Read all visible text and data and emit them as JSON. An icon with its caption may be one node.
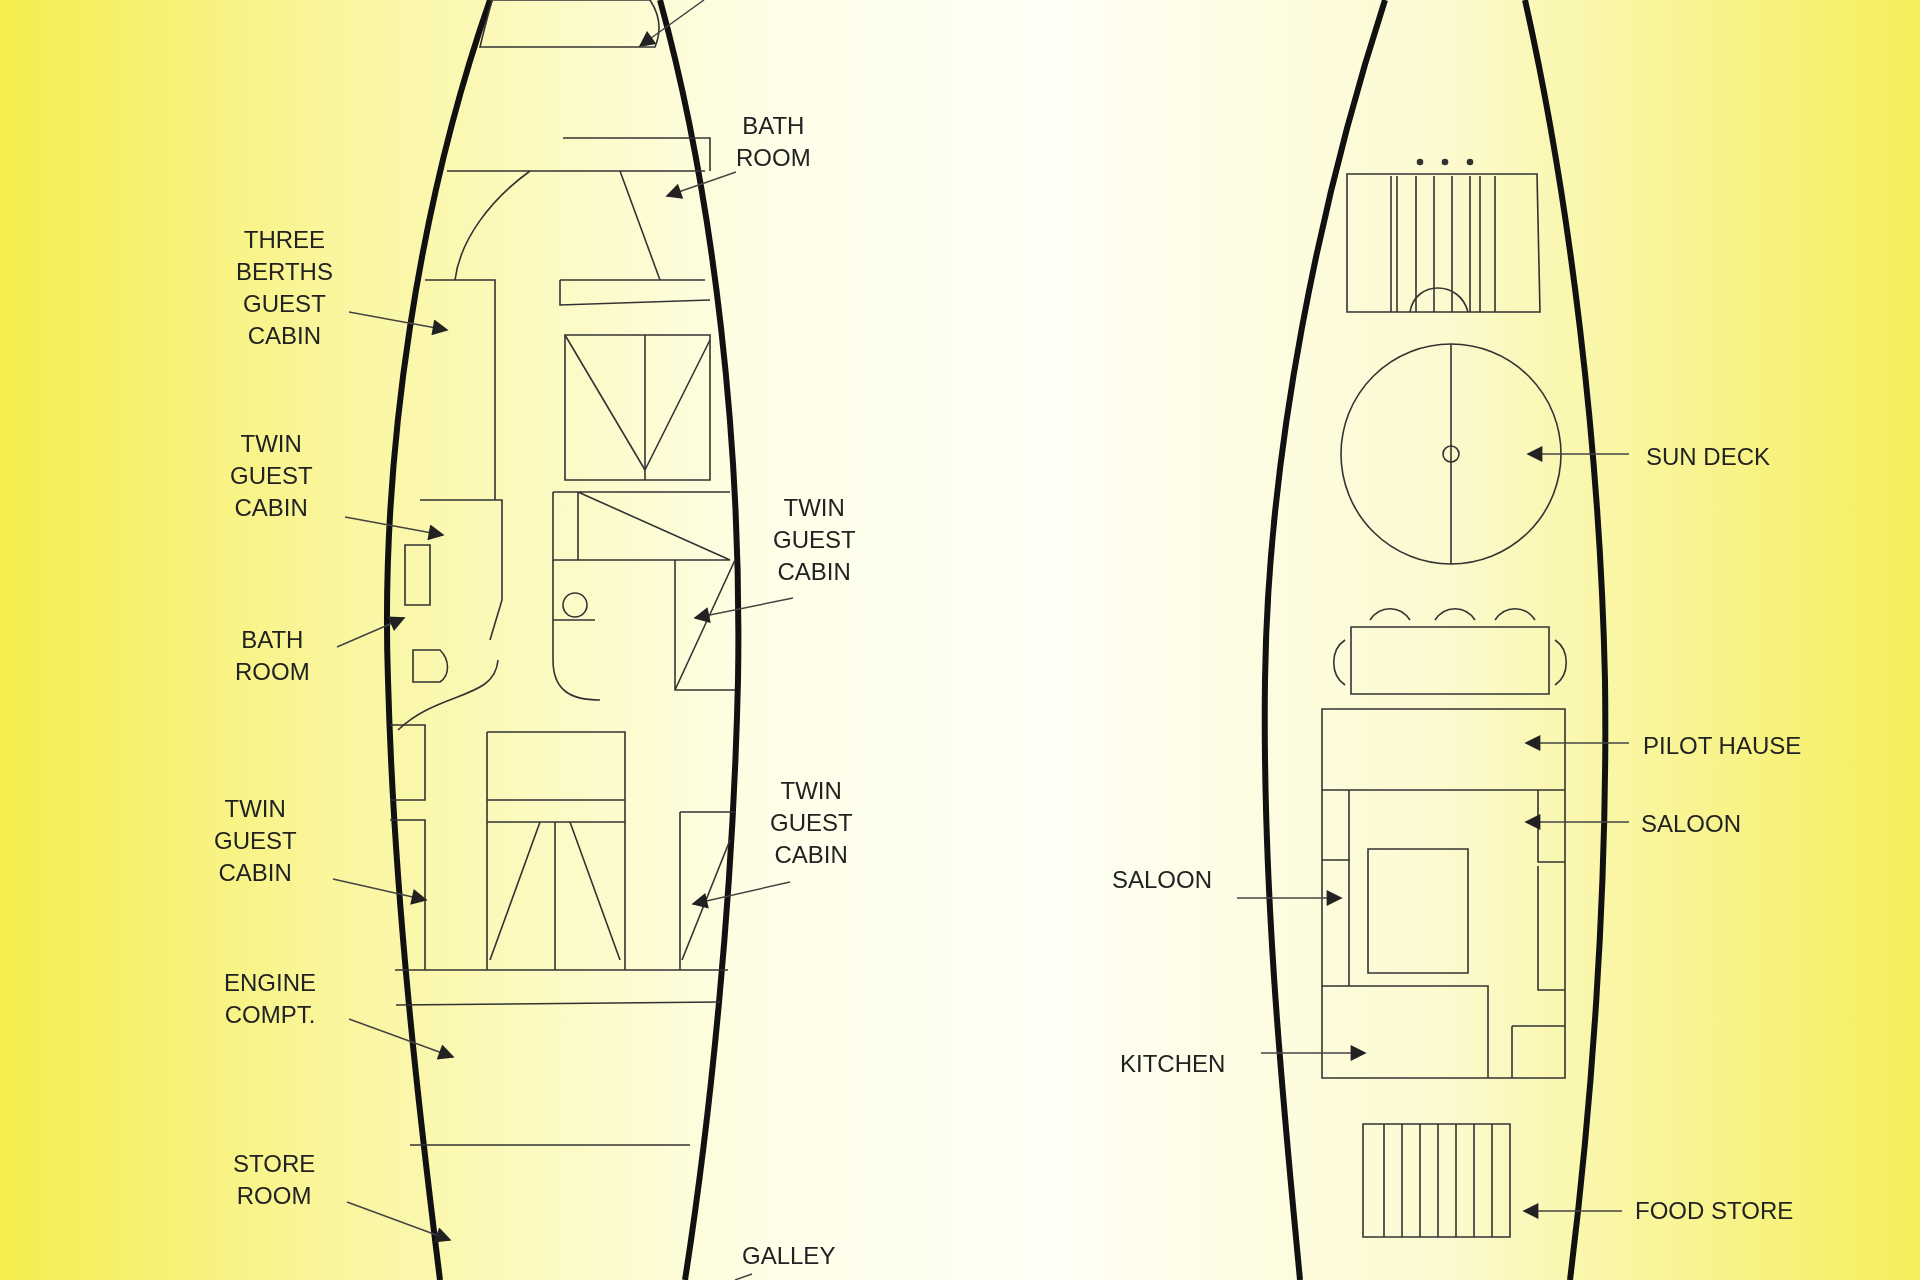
{
  "diagram": {
    "nodes": [
      {
        "text": [
          "BATH ROOM"
        ]
      },
      {
        "text": [
          "THREE BERTHS GUEST CABIN"
        ]
      },
      {
        "text": [
          "TWIN GUEST CABIN"
        ]
      },
      {
        "text": [
          "TWIN GUEST CABIN"
        ]
      },
      {
        "text": [
          "BATH ROOM"
        ]
      },
      {
        "text": [
          "TWIN GUEST CABIN"
        ]
      },
      {
        "text": [
          "TWIN GUEST CABIN"
        ]
      },
      {
        "text": [
          "ENGINE COMPT."
        ]
      },
      {
        "text": [
          "STORE ROOM"
        ]
      },
      {
        "text": [
          "GALLEY"
        ]
      },
      {
        "text": [
          "SUN DECK"
        ]
      },
      {
        "text": [
          "PILOT HAUSE"
        ]
      },
      {
        "text": [
          "SALOON"
        ]
      },
      {
        "text": [
          "SALOON"
        ]
      },
      {
        "text": [
          "KITCHEN"
        ]
      },
      {
        "text": [
          "FOOD STORE"
        ]
      },
      {
        "text": [],
        "shape": "box"
      }
    ],
    "edges": [
      {
        "from": null,
        "to": 16,
        "arrow": "to"
      },
      {
        "from": 0,
        "to": null,
        "arrow": "to"
      },
      {
        "from": 1,
        "to": null,
        "arrow": "to"
      },
      {
        "from": 2,
        "to": null,
        "arrow": "to"
      },
      {
        "from": 3,
        "to": null,
        "arrow": "to"
      },
      {
        "from": 4,
        "to": null,
        "arrow": "to"
      },
      {
        "from": 5,
        "to": null,
        "arrow": "to"
      },
      {
        "from": 6,
        "to": null,
        "arrow": "to"
      },
      {
        "from": 7,
        "to": null,
        "arrow": "to"
      },
      {
        "from": 8,
        "to": null,
        "arrow": "to"
      },
      {
        "from": 9,
        "to": null,
        "arrow": "none"
      },
      {
        "from": 10,
        "to": null,
        "arrow": "to"
      },
      {
        "from": 11,
        "to": null,
        "arrow": "to"
      },
      {
        "from": 12,
        "to": null,
        "arrow": "to"
      },
      {
        "from": 13,
        "to": null,
        "arrow": "to"
      },
      {
        "from": 14,
        "to": null,
        "arrow": "to"
      },
      {
        "from": 15,
        "to": null,
        "arrow": "to"
      }
    ]
  }
}
